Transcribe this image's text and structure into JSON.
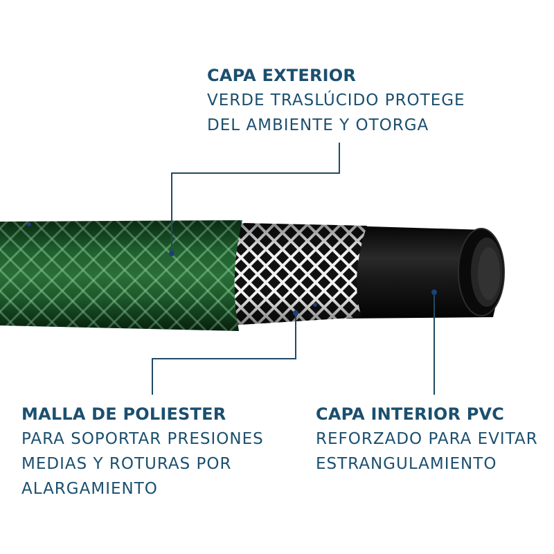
{
  "callouts": {
    "outer_layer": {
      "title": "CAPA EXTERIOR",
      "lines": [
        "VERDE TRASLÚCIDO PROTEGE",
        "DEL AMBIENTE Y OTORGA"
      ]
    },
    "mesh_layer": {
      "title": "MALLA DE POLIESTER",
      "lines": [
        "PARA SOPORTAR PRESIONES",
        "MEDIAS Y ROTURAS POR",
        "ALARGAMIENTO"
      ]
    },
    "inner_layer": {
      "title": "CAPA INTERIOR PVC",
      "lines": [
        "REFORZADO PARA EVITAR",
        "ESTRANGULAMIENTO"
      ]
    }
  },
  "colors": {
    "text": "#1b4f6f",
    "leader_line": "#1f4a66",
    "hose_green": "#1f5a2c",
    "mesh_white": "#f2f2f2",
    "inner_black": "#141414"
  }
}
